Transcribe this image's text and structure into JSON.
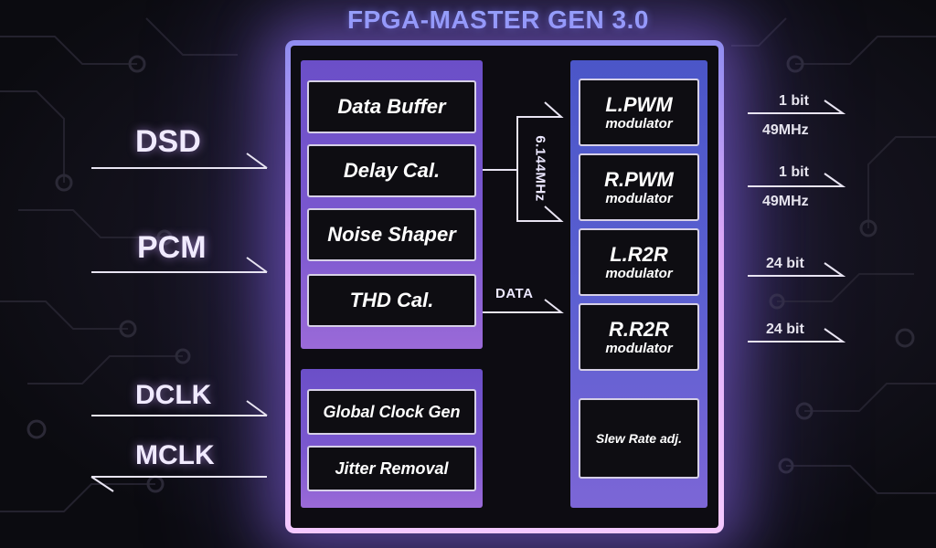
{
  "title": "FPGA-MASTER GEN 3.0",
  "inputs": {
    "dsd": "DSD",
    "pcm": "PCM",
    "dclk": "DCLK",
    "mclk": "MCLK"
  },
  "left_top_blocks": [
    "Data Buffer",
    "Delay Cal.",
    "Noise Shaper",
    "THD Cal."
  ],
  "left_bottom_blocks": [
    "Global Clock Gen",
    "Jitter Removal"
  ],
  "right_blocks": [
    {
      "main": "L.PWM",
      "sub": "modulator"
    },
    {
      "main": "R.PWM",
      "sub": "modulator"
    },
    {
      "main": "L.R2R",
      "sub": "modulator"
    },
    {
      "main": "R.R2R",
      "sub": "modulator"
    }
  ],
  "slew_block": "Slew Rate adj.",
  "signal_labels": {
    "clock": "6.144MHz",
    "data": "DATA"
  },
  "outputs": [
    {
      "bits": "1 bit",
      "freq": "49MHz"
    },
    {
      "bits": "1 bit",
      "freq": "49MHz"
    },
    {
      "bits": "24 bit"
    },
    {
      "bits": "24 bit"
    }
  ]
}
